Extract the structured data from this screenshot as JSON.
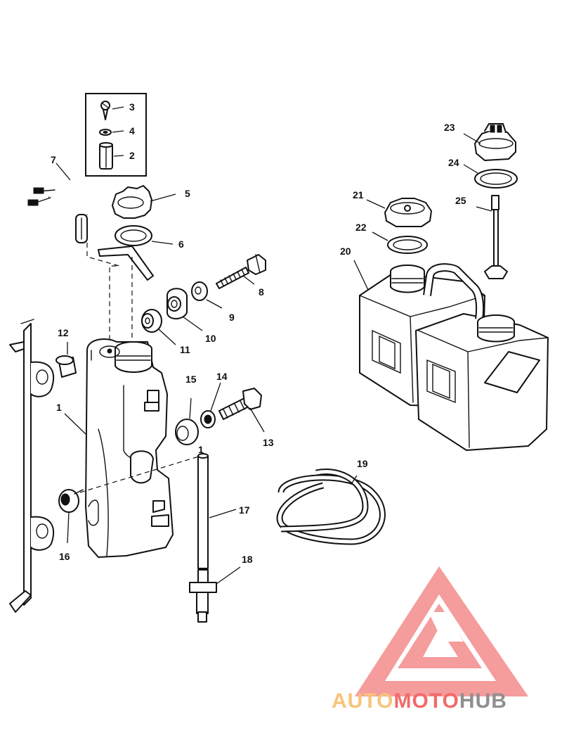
{
  "callouts": {
    "c1a": "1",
    "c1b": "1",
    "c2": "2",
    "c3": "3",
    "c4": "4",
    "c5": "5",
    "c6": "6",
    "c7": "7",
    "c8": "8",
    "c9": "9",
    "c10": "10",
    "c11": "11",
    "c12": "12",
    "c13": "13",
    "c14": "14",
    "c15": "15",
    "c16": "16",
    "c17": "17",
    "c18": "18",
    "c19": "19",
    "c20": "20",
    "c21": "21",
    "c22": "22",
    "c23": "23",
    "c24": "24",
    "c25": "25"
  },
  "watermark": {
    "word1": "AUTO",
    "word2": "MOTO",
    "word3": "HUB",
    "color_light": "#f7c47a",
    "color_red": "#f26a6a",
    "color_dark": "#8f8f8f"
  }
}
